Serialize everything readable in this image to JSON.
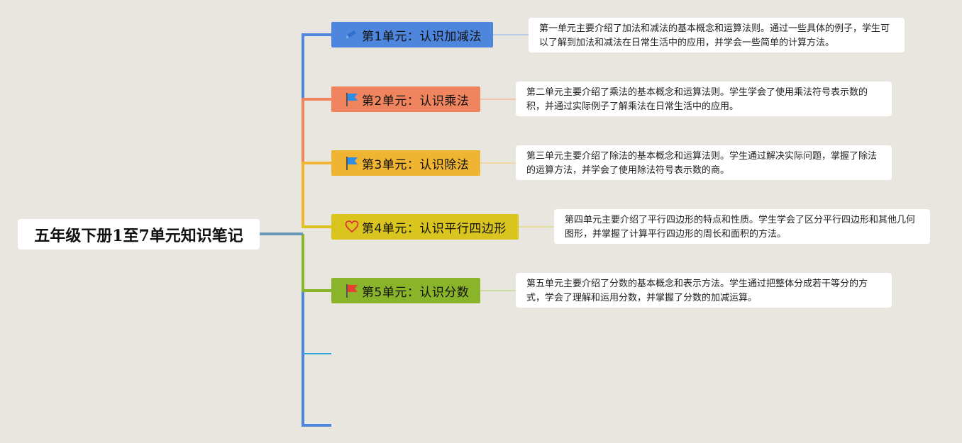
{
  "root": {
    "title": "五年级下册1至7单元知识笔记"
  },
  "units": [
    {
      "label": "第1单元：认识加减法",
      "icon": "pen-icon",
      "color": "#4d86dc",
      "desc": "第一单元主要介绍了加法和减法的基本概念和运算法则。通过一些具体的例子，学生可以了解到加法和减法在日常生活中的应用，并学会一些简单的计算方法。"
    },
    {
      "label": "第2单元：认识乘法",
      "icon": "blue-flag-icon",
      "color": "#f0845f",
      "desc": "第二单元主要介绍了乘法的基本概念和运算法则。学生学会了使用乘法符号表示数的积，并通过实际例子了解乘法在日常生活中的应用。"
    },
    {
      "label": "第3单元：认识除法",
      "icon": "blue-flag-icon",
      "color": "#efb431",
      "desc": "第三单元主要介绍了除法的基本概念和运算法则。学生通过解决实际问题，掌握了除法的运算方法，并学会了使用除法符号表示数的商。"
    },
    {
      "label": "第4单元：认识平行四边形",
      "icon": "heart-icon",
      "color": "#d9c51d",
      "desc": "第四单元主要介绍了平行四边形的特点和性质。学生学会了区分平行四边形和其他几何图形，并掌握了计算平行四边形的周长和面积的方法。"
    },
    {
      "label": "第5单元：认识分数",
      "icon": "red-flag-icon",
      "color": "#8ab42a",
      "desc": "第五单元主要介绍了分数的基本概念和表示方法。学生通过把整体分成若干等分的方式，学会了理解和运用分数，并掌握了分数的加减运算。"
    }
  ],
  "colors": {
    "background": "#e9e6df",
    "empty_branch_6": "#33a8dc",
    "empty_branch_7": "#4d86dc",
    "flag_blue": "#2f8de4",
    "flag_red": "#e8402e",
    "heart_red": "#d93a3a"
  }
}
